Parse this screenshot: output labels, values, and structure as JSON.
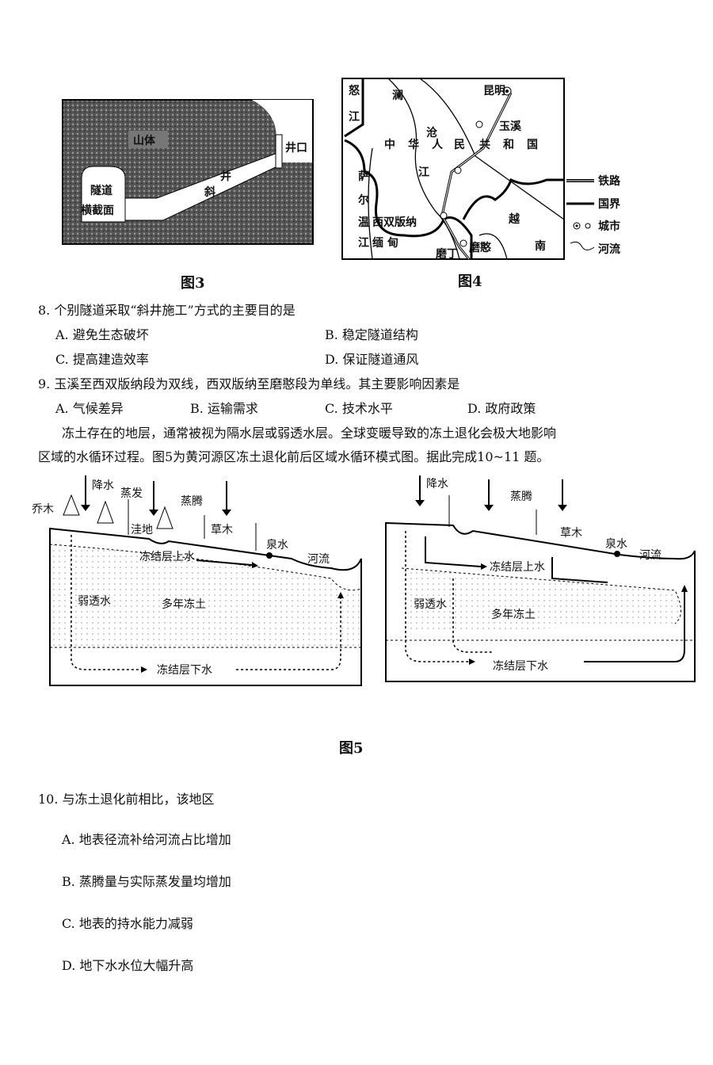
{
  "fig3": {
    "caption": "图3",
    "mountain": "山体",
    "shaft_mouth": "井口",
    "incline_1": "斜",
    "incline_2": "井",
    "tunnel_1": "隧道",
    "tunnel_2": "横截面"
  },
  "fig4": {
    "caption": "图4",
    "kunming": "昆明",
    "yuxi": "玉溪",
    "china": [
      "中",
      "华",
      "人",
      "民",
      "共",
      "和",
      "国"
    ],
    "lancang": [
      "澜",
      "沧",
      "江"
    ],
    "nu": [
      "怒",
      "江"
    ],
    "salween": [
      "萨",
      "尔",
      "温",
      "江"
    ],
    "xishuangbanna": "西双版纳",
    "myanmar": "缅 甸",
    "mohan": "磨憨",
    "mo": "磨丁",
    "vietnam": [
      "越",
      "南"
    ],
    "legend": [
      "铁路",
      "国界",
      "城市",
      "河流"
    ]
  },
  "q8": {
    "stem": "8.  个别隧道采取“斜井施工”方式的主要目的是",
    "a": "A.  避免生态破坏",
    "b": "B.  稳定隧道结构",
    "c": "C.  提高建造效率",
    "d": "D.  保证隧道通风"
  },
  "q9": {
    "stem": "9.  玉溪至西双版纳段为双线，西双版纳至磨憨段为单线。其主要影响因素是",
    "a": "A.  气候差异",
    "b": "B.  运输需求",
    "c": "C.  技术水平",
    "d": "D.  政府政策"
  },
  "intro": [
    "冻土存在的地层，通常被视为隔水层或弱透水层。全球变暖导致的冻土退化会极大地影响",
    "区域的水循环过程。图5为黄河源区冻土退化前后区域水循环模式图。据此完成10~11 题。"
  ],
  "fig5": {
    "caption": "图5",
    "left": {
      "tree": "乔木",
      "precip": "降水",
      "evap": "蒸发",
      "depression": "洼地",
      "transp": "蒸腾",
      "grass": "草木",
      "spring": "泉水",
      "river": "河流",
      "supra": "冻结层上水",
      "weak": "弱透水",
      "permafrost": "多年冻土",
      "sub": "冻结层下水"
    },
    "right": {
      "precip": "降水",
      "transp": "蒸腾",
      "grass": "草木",
      "spring": "泉水",
      "river": "河流",
      "supra": "冻结层上水",
      "weak": "弱透水",
      "permafrost": "多年冻土",
      "sub": "冻结层下水"
    }
  },
  "q10": {
    "stem": "10.  与冻土退化前相比，该地区",
    "a": "A.  地表径流补给河流占比增加",
    "b": "B.  蒸腾量与实际蒸发量均增加",
    "c": "C.  地表的持水能力减弱",
    "d": "D.  地下水水位大幅升高"
  }
}
